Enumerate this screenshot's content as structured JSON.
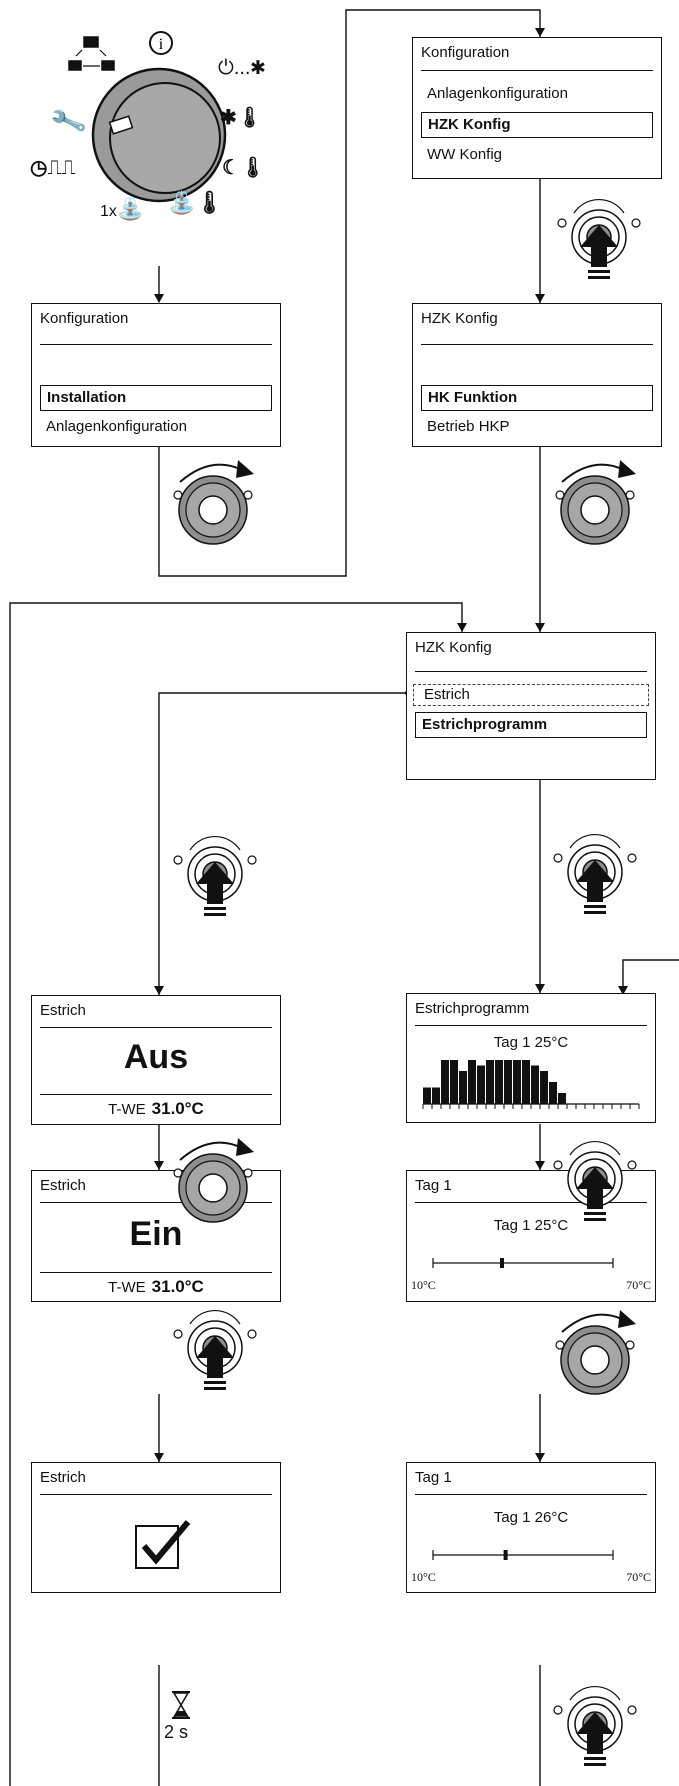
{
  "dial": {
    "icons": [
      "info-icon",
      "network-icon",
      "power-sun-icon",
      "wrench-icon",
      "sun-thermometer-icon",
      "clock-pulse-icon",
      "moon-thermometer-icon",
      "once-tap-icon",
      "tap-thermometer-icon"
    ],
    "glyphs": {
      "info": "i",
      "power": "⏻...",
      "sun": "✱",
      "wrench": "🔧",
      "clock": "◷",
      "pulse": "⎍⎍",
      "moon": "☾",
      "once": "1x"
    }
  },
  "p1": {
    "title": "Konfiguration",
    "selected": "Installation",
    "item": "Anlagenkonfiguration"
  },
  "p2": {
    "title": "Konfiguration",
    "item_top": "Anlagenkonfiguration",
    "selected": "HZK Konfig",
    "item": "WW Konfig"
  },
  "p3": {
    "title": "HZK Konfig",
    "selected": "HK Funktion",
    "item": "Betrieb HKP"
  },
  "p4": {
    "title": "HZK Konfig",
    "item_dashed": "Estrich",
    "selected": "Estrichprogramm"
  },
  "p5": {
    "title": "Estrich",
    "value": "Aus",
    "label": "T-WE",
    "temp": "31.0°C"
  },
  "p6": {
    "title": "Estrichprogramm",
    "caption": "Tag 1 25°C",
    "bars": [
      3,
      3,
      8,
      8,
      6,
      8,
      7,
      8,
      8,
      8,
      8,
      8,
      7,
      6,
      4,
      2
    ]
  },
  "p7": {
    "title": "Estrich",
    "value": "Ein",
    "label": "T-WE",
    "temp": "31.0°C"
  },
  "p8": {
    "title": "Tag 1",
    "caption": "Tag 1 25°C",
    "min": "10°C",
    "max": "70°C",
    "position": 0.25
  },
  "p9": {
    "title": "Estrich"
  },
  "p10": {
    "title": "Tag 1",
    "caption": "Tag 1 26°C",
    "min": "10°C",
    "max": "70°C",
    "position": 0.27
  },
  "timer": {
    "label": "2 s"
  }
}
